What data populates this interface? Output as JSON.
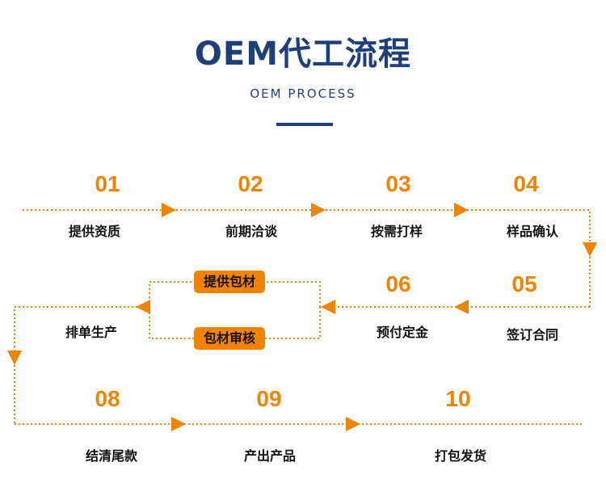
{
  "header": {
    "title": "OEM代工流程",
    "subtitle": "OEM PROCESS"
  },
  "steps": [
    {
      "number": "01",
      "label": "提供资质"
    },
    {
      "number": "02",
      "label": "前期洽谈"
    },
    {
      "number": "03",
      "label": "按需打样"
    },
    {
      "number": "04",
      "label": "样品确认"
    },
    {
      "number": "05",
      "label": "签订合同"
    },
    {
      "number": "06",
      "label": "预付定金"
    },
    {
      "number": "",
      "label": "排单生产"
    },
    {
      "number": "08",
      "label": "结清尾款"
    },
    {
      "number": "09",
      "label": "产出产品"
    },
    {
      "number": "10",
      "label": "打包发货"
    }
  ],
  "branch_badges": {
    "top": "提供包材",
    "bottom": "包材审核"
  },
  "colors": {
    "title": "#1f3f7a",
    "accent": "#f08300",
    "text": "#111111"
  }
}
